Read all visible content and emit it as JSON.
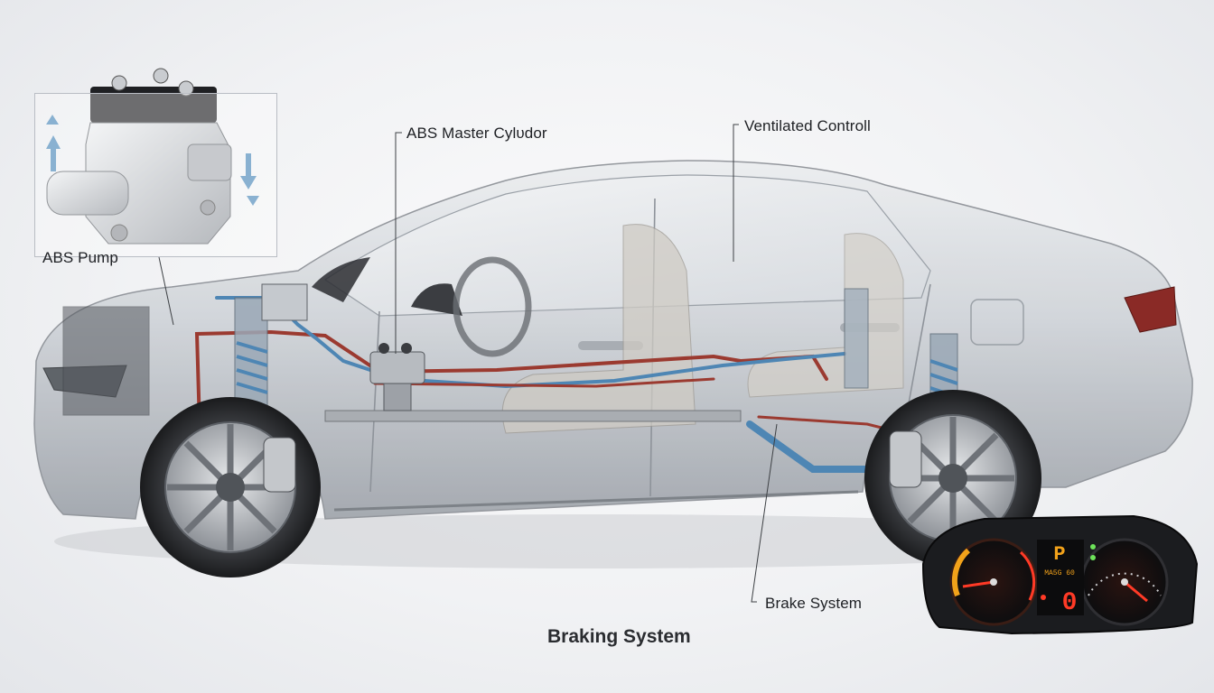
{
  "title": "Braking System",
  "callouts": {
    "abs_pump": "ABS Pump",
    "abs_master_cylinder": "ABS Master Cylυdor",
    "ventilated_control": "Ventilated Controll",
    "brake_system": "Brake System"
  },
  "dashboard": {
    "gear_indicator": "P",
    "digital_speed": "0",
    "display_text_line": "MA5G 60",
    "colors": {
      "amber": "#f2a21a",
      "red": "#ff3a26",
      "green": "#6ee35a",
      "bezel": "#1b1c1f"
    }
  },
  "colors": {
    "car_body": "#c9cdd2",
    "brake_line_red": "#9b3a30",
    "brake_line_blue": "#4e86b4",
    "pump_arrow": "#4a88b8",
    "background": "#f1f2f4"
  },
  "icons": [
    "arrow-up-icon",
    "arrow-down-icon",
    "wheel-icon",
    "gauge-icon"
  ]
}
